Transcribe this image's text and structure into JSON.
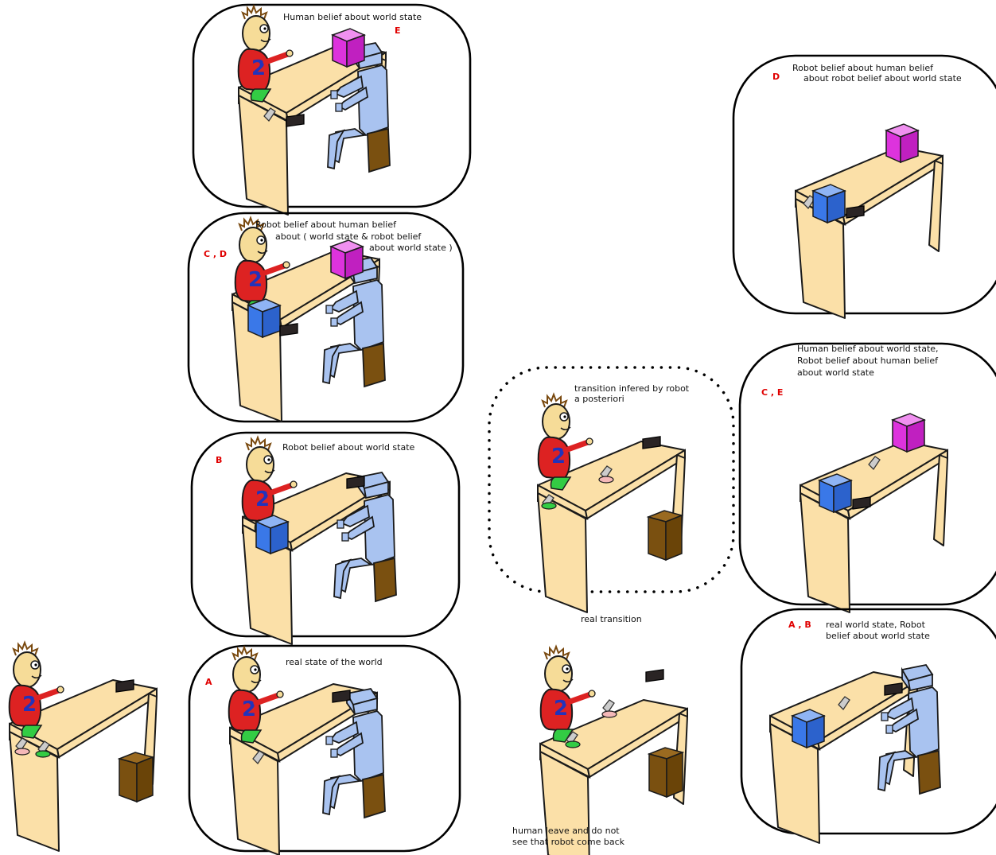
{
  "panels": {
    "E": {
      "tag": "E",
      "caption": [
        "Human belief about world state"
      ]
    },
    "CD": {
      "tag": "C , D",
      "caption": [
        "Robot belief about human belief",
        "about ( world state & robot belief",
        "about world state )"
      ]
    },
    "B": {
      "tag": "B",
      "caption": [
        "Robot belief about world state"
      ]
    },
    "A": {
      "tag": "A",
      "caption": [
        "real state of the world"
      ]
    },
    "D": {
      "tag": "D",
      "caption": [
        "Robot belief about human belief",
        "about robot belief about world state"
      ]
    },
    "CE": {
      "tag": "C , E",
      "caption": [
        "Human belief about world state,",
        "Robot belief about human belief",
        "about world state"
      ]
    },
    "AB": {
      "tag": "A , B",
      "caption": [
        "real world state, Robot",
        "belief about world state"
      ]
    },
    "inferred": {
      "caption": [
        "transition infered by robot",
        "a posteriori"
      ]
    }
  },
  "labels": {
    "real_transition": "real transition",
    "human_leave": [
      "human leave and do not",
      "see that robot come back"
    ]
  },
  "colors": {
    "table_top": "#fbe0a8",
    "outline": "#1a1a1a",
    "robot": "#a9c3f0",
    "pink_box": "#dd33dd",
    "blue_box": "#3a78e8",
    "stool": "#7a5010",
    "human_shirt": "#dd2222",
    "human_skin": "#f6dc98",
    "tag_red": "#e00000"
  },
  "icons": [
    "human-figure-icon",
    "robot-figure-icon",
    "table-icon",
    "pink-box-icon",
    "blue-box-icon",
    "stool-icon"
  ]
}
